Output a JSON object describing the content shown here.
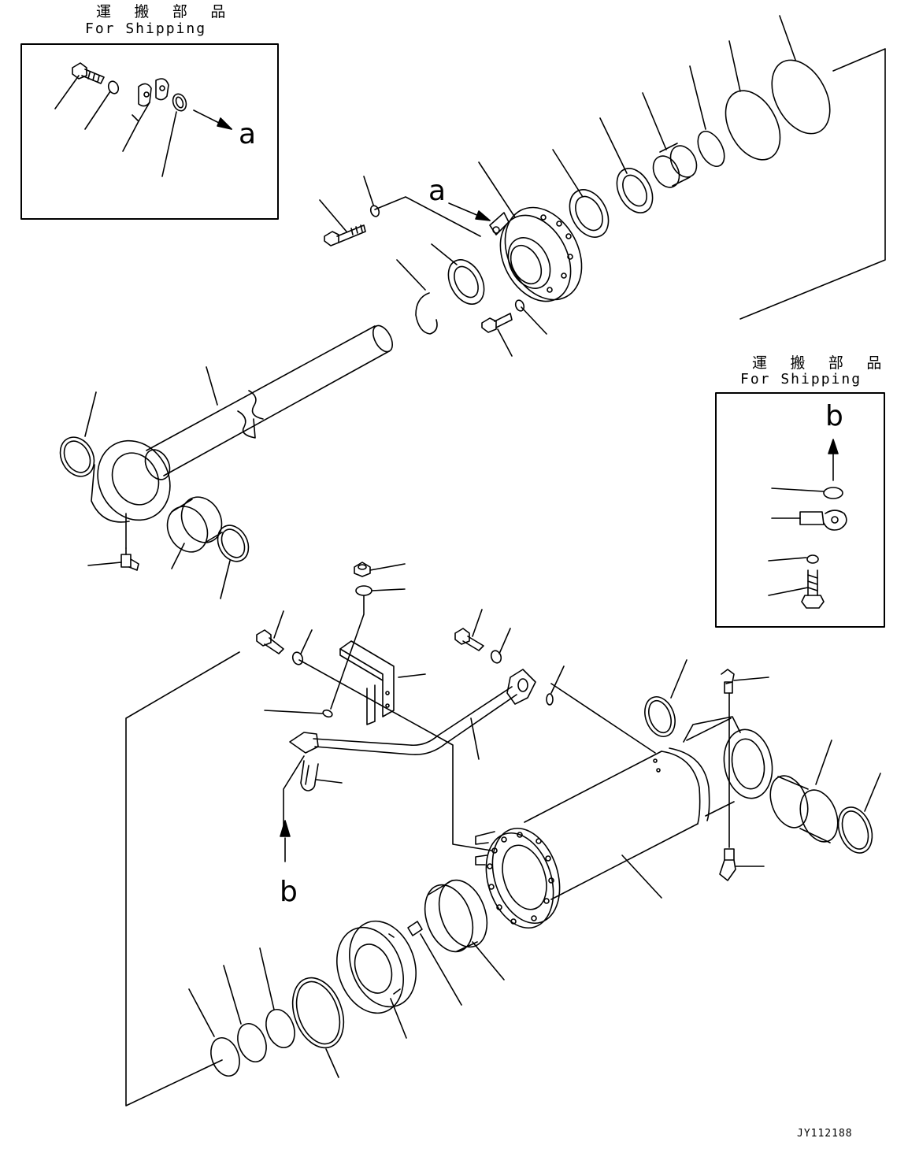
{
  "shipping_label_jp": "運 搬 部 品",
  "shipping_label_en": "For Shipping",
  "view_letter_a": "a",
  "view_letter_b": "b",
  "drawing_code": "JY112188"
}
